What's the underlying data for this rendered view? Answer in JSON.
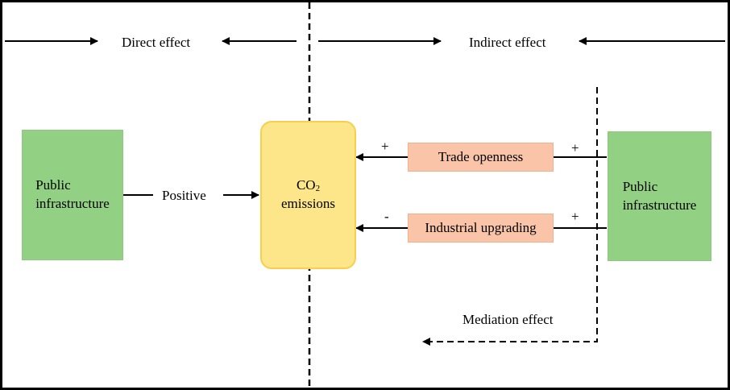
{
  "labels": {
    "direct_effect": "Direct effect",
    "indirect_effect": "Indirect effect",
    "positive": "Positive",
    "mediation_effect": "Mediation effect"
  },
  "nodes": {
    "public_infrastructure_left": {
      "line1": "Public",
      "line2": "infrastructure"
    },
    "co2_emissions": {
      "co": "CO",
      "sub": "2",
      "line2": "emissions"
    },
    "trade_openness": "Trade openness",
    "industrial_upgrading": "Industrial upgrading",
    "public_infrastructure_right": {
      "line1": "Public",
      "line2": "infrastructure"
    }
  },
  "signs": {
    "trade_left": "+",
    "trade_right": "+",
    "industrial_left": "-",
    "industrial_right": "+"
  },
  "colors": {
    "green": "#92d083",
    "yellow": "#fde68a",
    "pink": "#f9c4a7"
  }
}
